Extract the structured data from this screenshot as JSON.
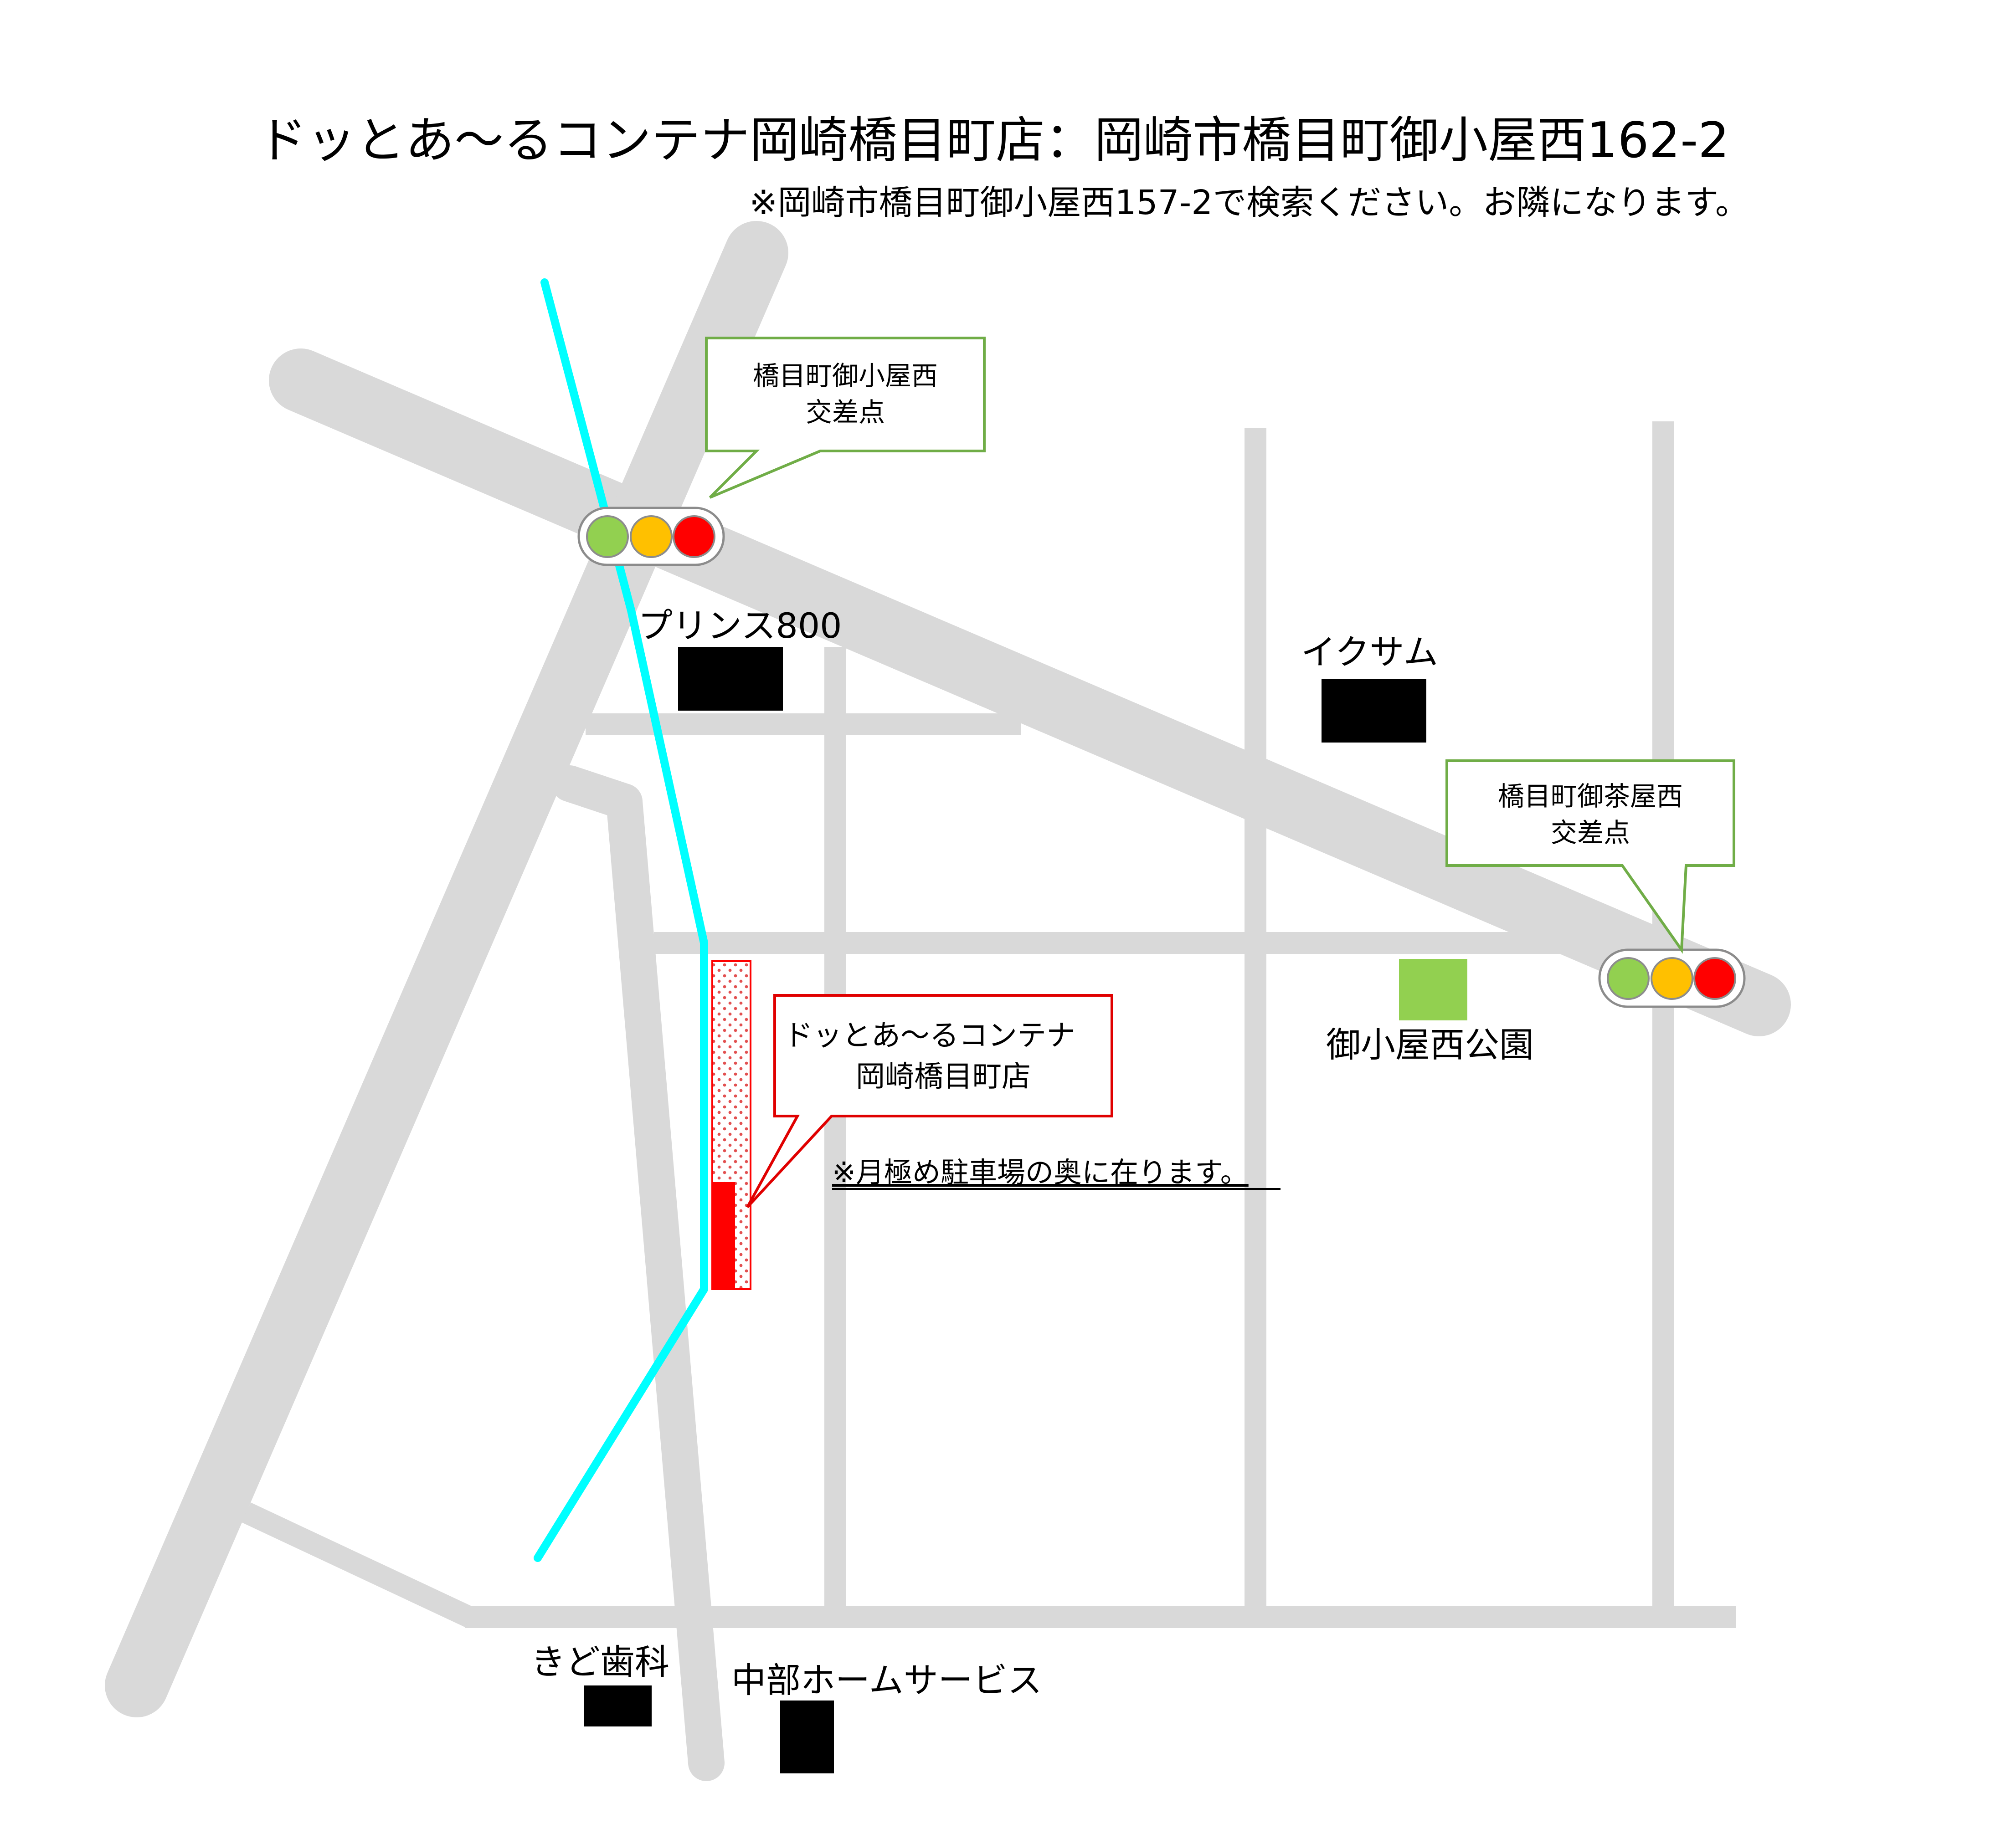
{
  "header": {
    "title": "ドッとあ～るコンテナ岡崎橋目町店：岡崎市橋目町御小屋西162-2",
    "subtitle": "※岡崎市橋目町御小屋西157-2で検索ください。お隣になります。"
  },
  "callouts": {
    "crossing_north": [
      "橋目町御小屋西",
      "交差点"
    ],
    "crossing_east": [
      "橋目町御茶屋西",
      "交差点"
    ],
    "shop": [
      "ドッとあ～るコンテナ",
      "岡崎橋目町店"
    ]
  },
  "places": {
    "prince": "プリンス800",
    "ixam": "イクサム",
    "park": "御小屋西公園",
    "kido": "きど歯科",
    "chubu": "中部ホームサービス"
  },
  "note": "※月極め駐車場の奥に在ります。",
  "colors": {
    "road": "#d9d9d9",
    "river": "#00ffff",
    "shop": "#ff0000",
    "park": "#92d050",
    "callout_border_green": "#70ad47",
    "callout_border_red": "#e00000",
    "signal_green": "#92d050",
    "signal_yellow": "#ffc000",
    "signal_red": "#ff0000"
  },
  "icons": [
    "traffic-light-icon"
  ]
}
